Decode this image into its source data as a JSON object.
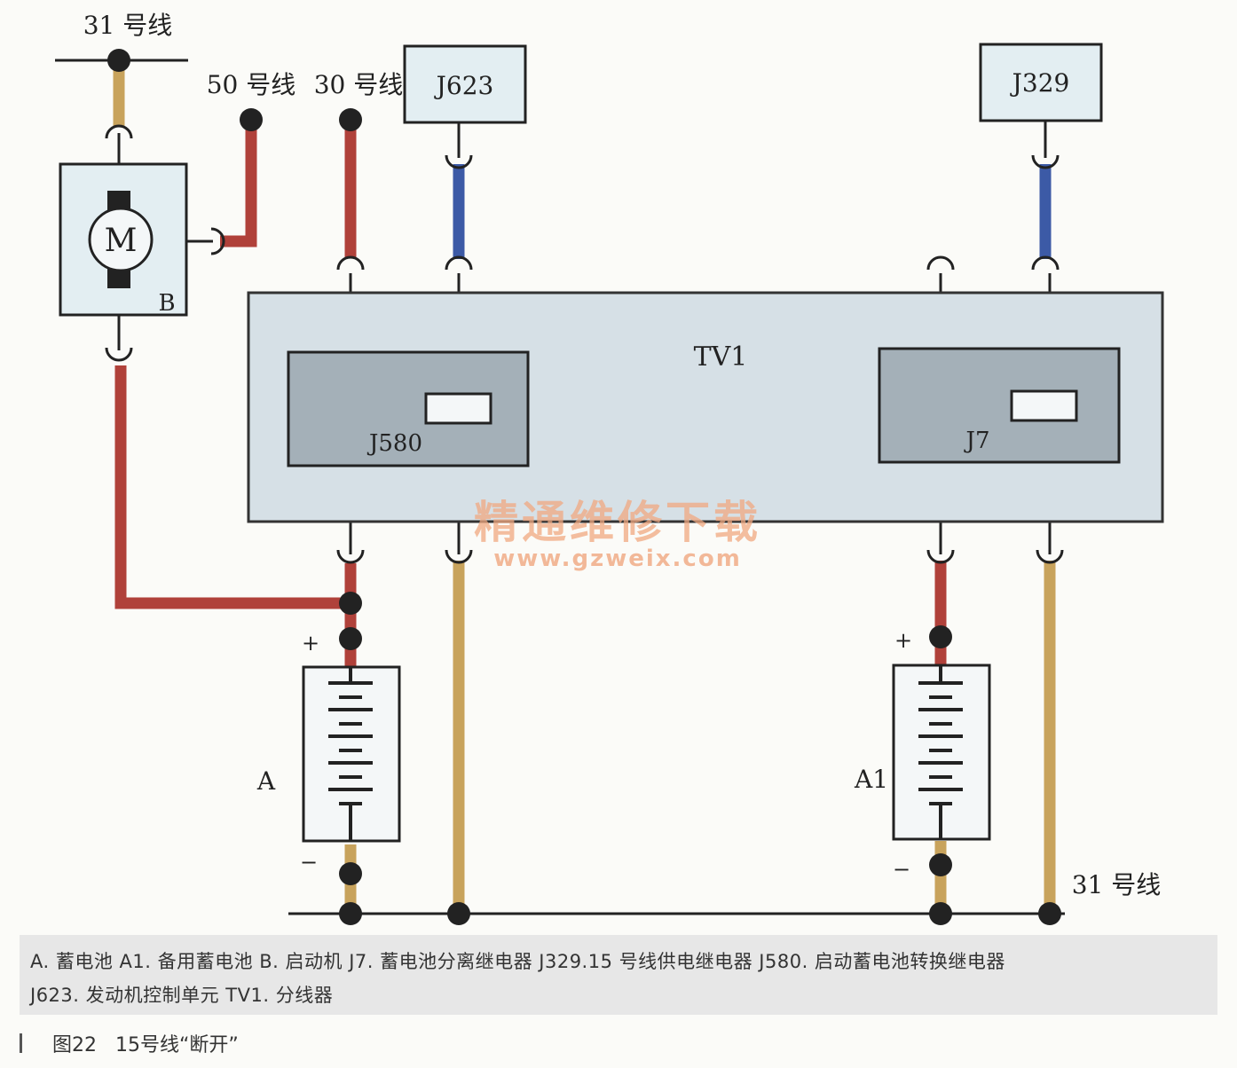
{
  "diagram": {
    "labels": {
      "wire31_top": "31 号线",
      "wire50": "50 号线",
      "wire30": "30 号线",
      "j623": "J623",
      "j329": "J329",
      "motor": "M",
      "starter": "B",
      "tv1": "TV1",
      "j580": "J580",
      "j7": "J7",
      "battery_a": "A",
      "battery_a1": "A1",
      "plus": "+",
      "minus": "−",
      "wire31_bottom": "31 号线"
    },
    "watermark": {
      "title": "精通维修下载",
      "url": "www.gzweix.com"
    },
    "colors": {
      "wire_red": "#b0413a",
      "wire_tan": "#c8a35c",
      "wire_blue": "#3c5aa6",
      "box_fill": "#e3eef2",
      "tv1_fill": "#d6e0e6",
      "relay_fill": "#a4b0b8",
      "watermark": "#f0a880"
    }
  },
  "legend": {
    "line1": "A. 蓄电池   A1. 备用蓄电池   B. 启动机   J7. 蓄电池分离继电器   J329.15 号线供电继电器   J580. 启动蓄电池转换继电器",
    "line2": "J623. 发动机控制单元  TV1. 分线器"
  },
  "caption": {
    "text": "图22   15号线“断开”"
  }
}
